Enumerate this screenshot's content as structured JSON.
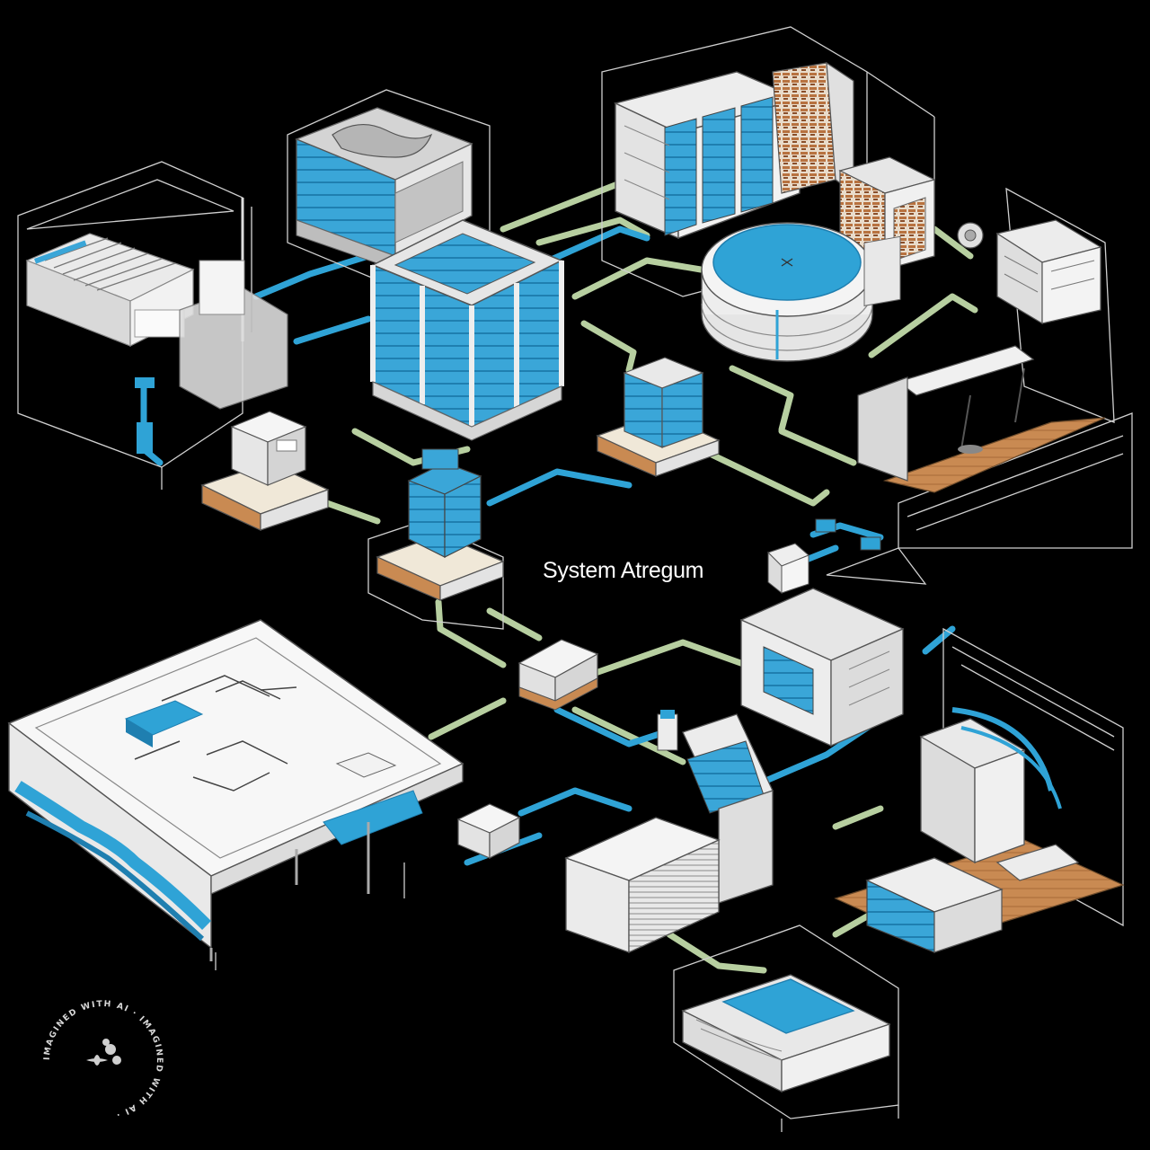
{
  "diagram": {
    "label": "System Atregum",
    "colors": {
      "background": "#000000",
      "pipe_green": "#b7cfa0",
      "pipe_blue": "#2fa3d6",
      "panel_blue": "#3aa6d8",
      "panel_blue_dark": "#1f7fb0",
      "casing_white": "#ededed",
      "casing_grey": "#c9c9c9",
      "wood": "#c98a52",
      "wire": "#d0d0d0"
    },
    "components": [
      "server-rack-cube-center",
      "server-rack-top-right",
      "copper-panel-rack",
      "circular-storage-unit",
      "workstation-left",
      "hvac-unit-top",
      "small-rack-platform",
      "tower-rack-platform",
      "blueprint-table",
      "console-bottom-center",
      "enclosure-right-middle",
      "machine-bottom-right",
      "desk-station-right",
      "tray-unit-bottom"
    ]
  },
  "watermark": {
    "text": "IMAGINED WITH AI · IMAGINED WITH AI ·",
    "icon": "sparkle-icon"
  }
}
